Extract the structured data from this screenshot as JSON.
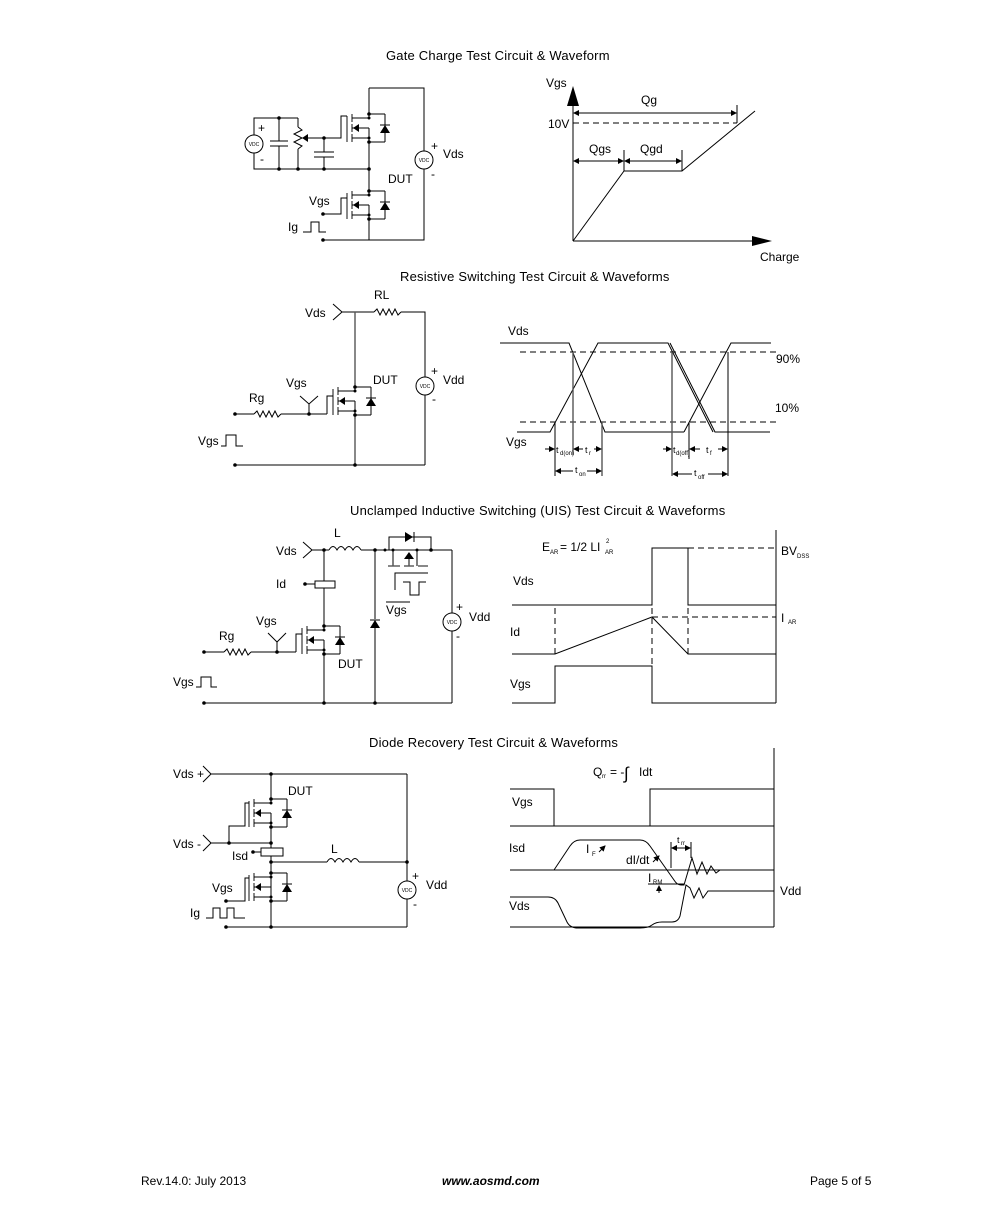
{
  "sections": [
    {
      "title": "Gate Charge Test Circuit & Waveform",
      "circuit": {
        "source_label": "VDC",
        "plus": "+",
        "minus": "-",
        "vds_label": "Vds",
        "dut_label": "DUT",
        "vgs_label": "Vgs",
        "ig_label": "Ig"
      },
      "waveform": {
        "y_axis": "Vgs",
        "x_axis": "Charge",
        "level": "10V",
        "qg": "Qg",
        "qgs": "Qgs",
        "qgd": "Qgd"
      }
    },
    {
      "title": "Resistive Switching Test Circuit & Waveforms",
      "circuit": {
        "rl_label": "RL",
        "vds_label": "Vds",
        "vgs_label": "Vgs",
        "dut_label": "DUT",
        "rg_label": "Rg",
        "vdd_label": "Vdd",
        "source_label": "VDC",
        "plus": "+",
        "minus": "-",
        "vgs_in_label": "Vgs"
      },
      "waveform": {
        "vds": "Vds",
        "vgs": "Vgs",
        "pct_high": "90%",
        "pct_low": "10%",
        "td_on": "t",
        "td_on_sub": "d(on)",
        "tr": "t",
        "tr_sub": "r",
        "ton": "t",
        "ton_sub": "on",
        "td_off": "t",
        "td_off_sub": "d(off)",
        "tf": "t",
        "tf_sub": "f",
        "toff": "t",
        "toff_sub": "off"
      }
    },
    {
      "title": "Unclamped Inductive Switching (UIS) Test Circuit & Waveforms",
      "circuit": {
        "l_label": "L",
        "vds_label": "Vds",
        "id_label": "Id",
        "vgs_label": "Vgs",
        "rg_label": "Rg",
        "dut_label": "DUT",
        "vgs_bar_label": "Vgs",
        "vdd_label": "Vdd",
        "source_label": "VDC",
        "plus": "+",
        "minus": "-",
        "vgs_in_label": "Vgs"
      },
      "waveform": {
        "formula_e": "E",
        "formula_e_sub": "AR",
        "formula_rest": "= 1/2 LI",
        "formula_i_sup": "2",
        "formula_i_sub": "AR",
        "vds": "Vds",
        "id": "Id",
        "vgs": "Vgs",
        "bv": "BV",
        "bv_sub": "DSS",
        "iar": "I",
        "iar_sub": "AR"
      }
    },
    {
      "title": "Diode Recovery Test Circuit & Waveforms",
      "circuit": {
        "vds_plus_label": "Vds +",
        "vds_minus_label": "Vds -",
        "dut_label": "DUT",
        "isd_label": "Isd",
        "l_label": "L",
        "vgs_label": "Vgs",
        "ig_label": "Ig",
        "vdd_label": "Vdd",
        "source_label": "VDC",
        "plus": "+",
        "minus": "-"
      },
      "waveform": {
        "formula_q": "Q",
        "formula_q_sub": "rr",
        "formula_rest": "= -",
        "formula_integral": "∫",
        "formula_tail": "Idt",
        "vgs": "Vgs",
        "isd": "Isd",
        "vds": "Vds",
        "if": "I",
        "if_sub": "F",
        "didt": "dI/dt",
        "trr": "t",
        "trr_sub": "rr",
        "irm": "I",
        "irm_sub": "RM",
        "vdd": "Vdd"
      }
    }
  ],
  "footer": {
    "revision": "Rev.14.0: July 2013",
    "website": "www.aosmd.com",
    "page": "Page 5 of 5"
  }
}
